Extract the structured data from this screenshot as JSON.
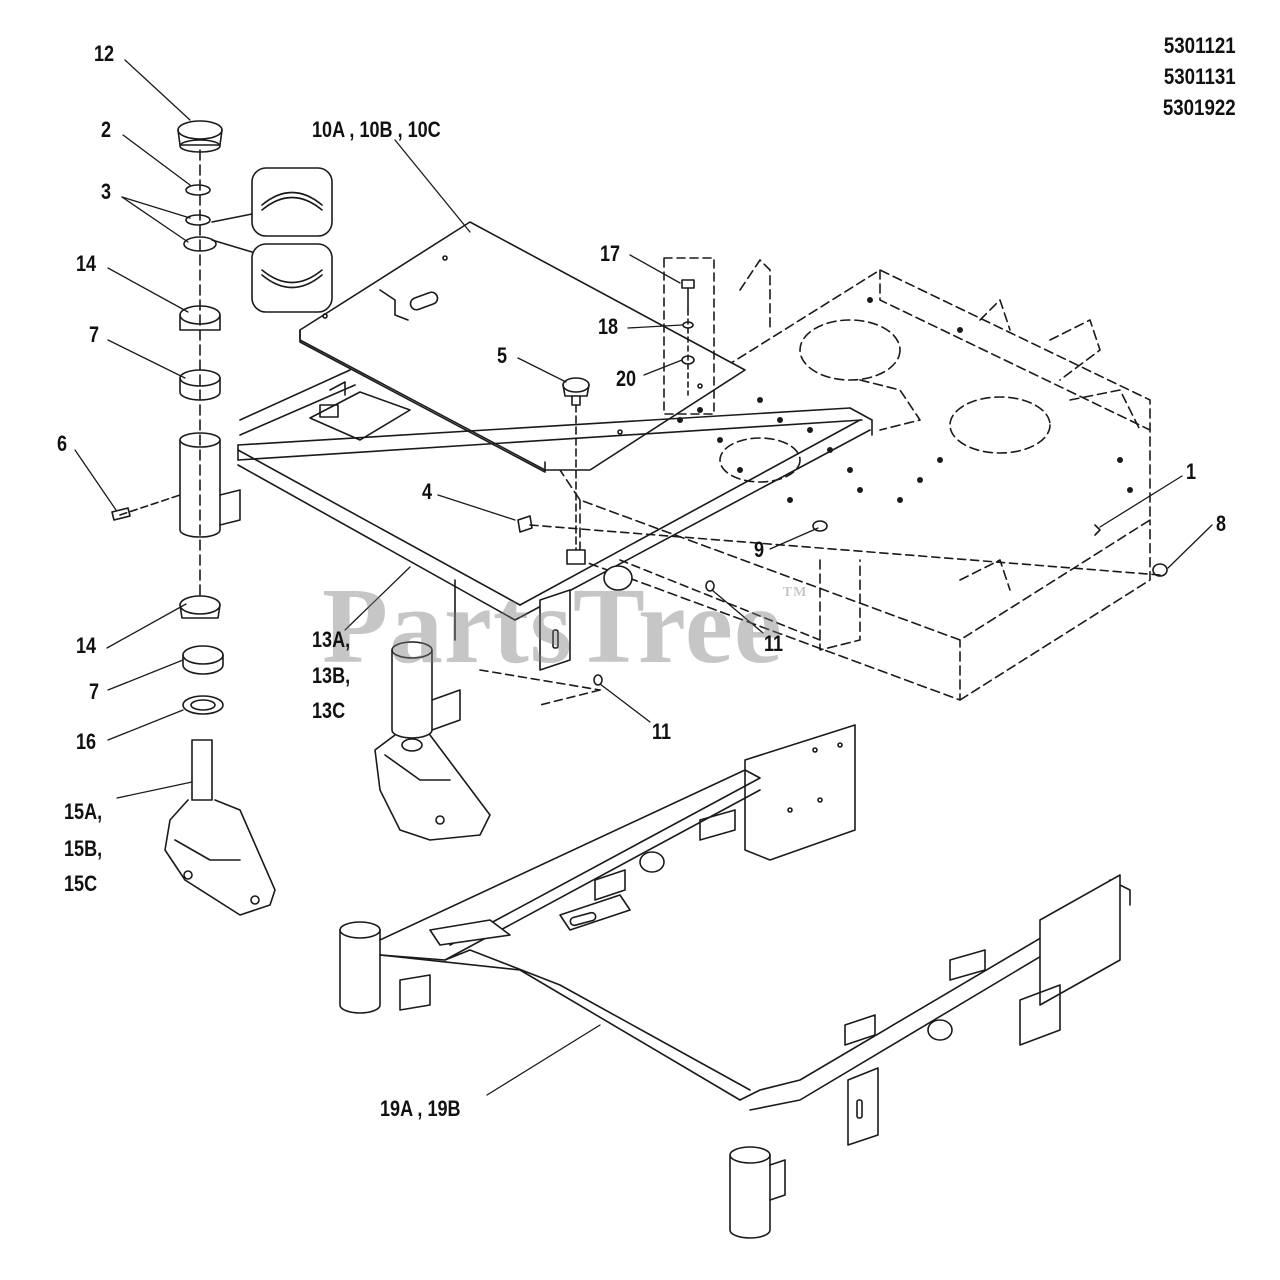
{
  "model_numbers": [
    "5301121",
    "5301131",
    "5301922"
  ],
  "watermark": {
    "text": "PartsTree",
    "mark": "TM"
  },
  "callouts": {
    "c12": "12",
    "c2": "2",
    "c3": "3",
    "c14a": "14",
    "c7a": "7",
    "c6": "6",
    "c10": "10A , 10B , 10C",
    "c17": "17",
    "c18": "18",
    "c20": "20",
    "c5": "5",
    "c4": "4",
    "c1": "1",
    "c8": "8",
    "c9": "9",
    "c11a": "11",
    "c11b": "11",
    "c13a": "13A,",
    "c13b": "13B,",
    "c13c": "13C",
    "c14b": "14",
    "c7b": "7",
    "c16": "16",
    "c15a": "15A,",
    "c15b": "15B,",
    "c15c": "15C",
    "c19": "19A , 19B"
  }
}
